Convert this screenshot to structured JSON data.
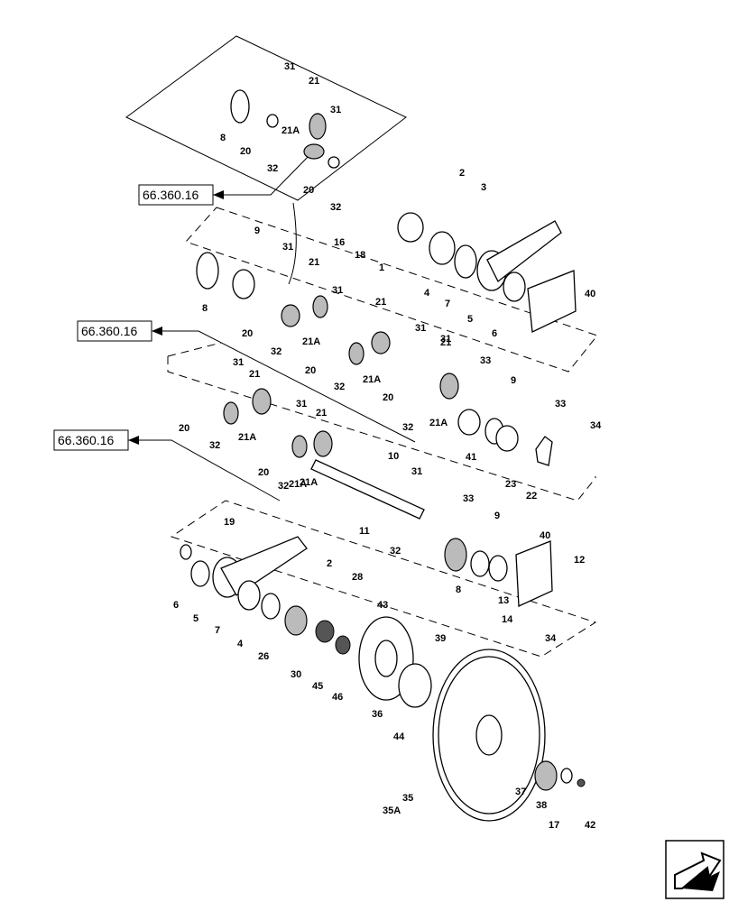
{
  "diagram": {
    "references": [
      "66.360.16",
      "66.360.16",
      "66.360.16"
    ],
    "callouts": [
      "31",
      "21",
      "31",
      "8",
      "20",
      "21A",
      "32",
      "20",
      "32",
      "2",
      "3",
      "16",
      "18",
      "1",
      "9",
      "31",
      "21",
      "31",
      "21",
      "8",
      "20",
      "32",
      "21A",
      "4",
      "7",
      "5",
      "6",
      "40",
      "31",
      "21",
      "31",
      "20",
      "32",
      "21A",
      "21A",
      "33",
      "9",
      "31",
      "21",
      "20",
      "32",
      "21A",
      "31",
      "21",
      "20",
      "32",
      "21A",
      "41",
      "33",
      "34",
      "23",
      "22",
      "10",
      "31",
      "20",
      "32",
      "21A",
      "11",
      "19",
      "33",
      "9",
      "32",
      "8",
      "40",
      "12",
      "13",
      "14",
      "34",
      "2",
      "28",
      "6",
      "5",
      "7",
      "4",
      "26",
      "43",
      "30",
      "45",
      "46",
      "39",
      "36",
      "44",
      "35",
      "35A",
      "37",
      "38",
      "17",
      "42"
    ]
  }
}
